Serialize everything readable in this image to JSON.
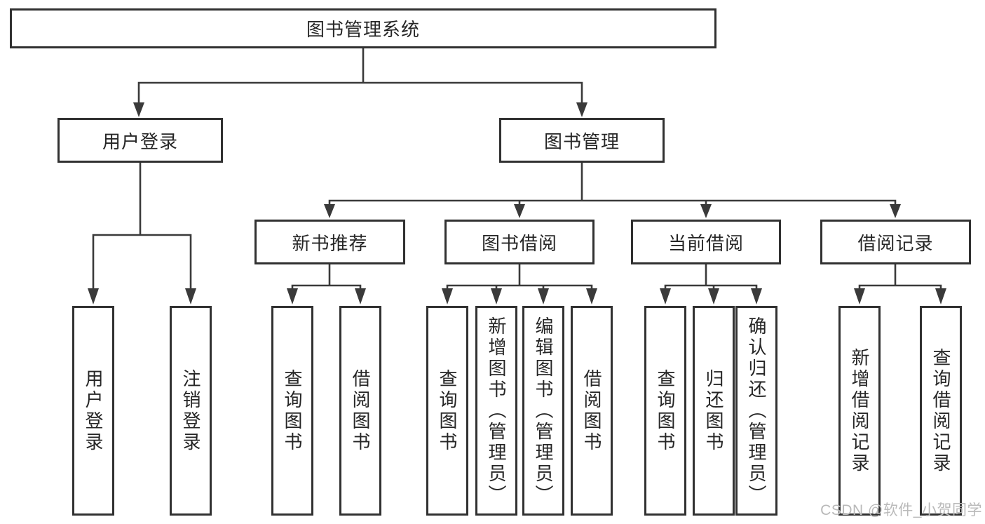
{
  "tree": {
    "root": {
      "label": "图书管理系统"
    },
    "branches": [
      {
        "label": "用户登录",
        "children": [
          {
            "label": "用户登录"
          },
          {
            "label": "注销登录"
          }
        ]
      },
      {
        "label": "图书管理",
        "children": [
          {
            "label": "新书推荐",
            "children": [
              {
                "label": "查询图书"
              },
              {
                "label": "借阅图书"
              }
            ]
          },
          {
            "label": "图书借阅",
            "children": [
              {
                "label": "查询图书"
              },
              {
                "label": "新增图书（管理员）"
              },
              {
                "label": "编辑图书（管理员）"
              },
              {
                "label": "借阅图书"
              }
            ]
          },
          {
            "label": "当前借阅",
            "children": [
              {
                "label": "查询图书"
              },
              {
                "label": "归还图书"
              },
              {
                "label": "确认归还（管理员）"
              }
            ]
          },
          {
            "label": "借阅记录",
            "children": [
              {
                "label": "新增借阅记录"
              },
              {
                "label": "查询借阅记录"
              }
            ]
          }
        ]
      }
    ]
  },
  "watermark": {
    "text": "CSDN @软件_小贺同学"
  },
  "colors": {
    "background": "#ffffff",
    "box_fill": "#ffffff",
    "box_border": "#313131",
    "connector": "#3a3a3a",
    "text": "#262626",
    "watermark": "#b9b9b9"
  }
}
